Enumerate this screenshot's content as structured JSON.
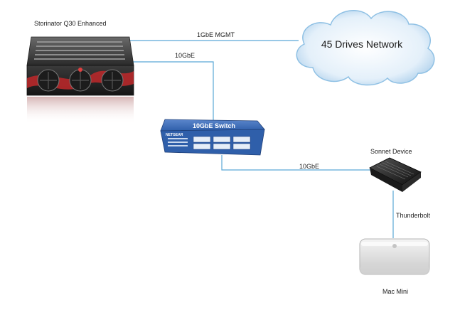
{
  "nodes": {
    "server": {
      "label": "Storinator Q30 Enhanced"
    },
    "cloud": {
      "label": "45 Drives Network"
    },
    "switch": {
      "label": "10GbE Switch",
      "badge": "NETGEAR"
    },
    "sonnet": {
      "label": "Sonnet Device"
    },
    "mac": {
      "label": "Mac Mini"
    }
  },
  "links": {
    "server_cloud": {
      "label": "1GbE MGMT"
    },
    "server_switch": {
      "label": "10GbE"
    },
    "switch_sonnet": {
      "label": "10GbE"
    },
    "sonnet_mac": {
      "label": "Thunderbolt"
    }
  },
  "colors": {
    "link": "#5aa8d6",
    "switch_blue": "#2f5faa",
    "cloud_blue": "#bcd9f0",
    "server_red": "#c0282a"
  }
}
